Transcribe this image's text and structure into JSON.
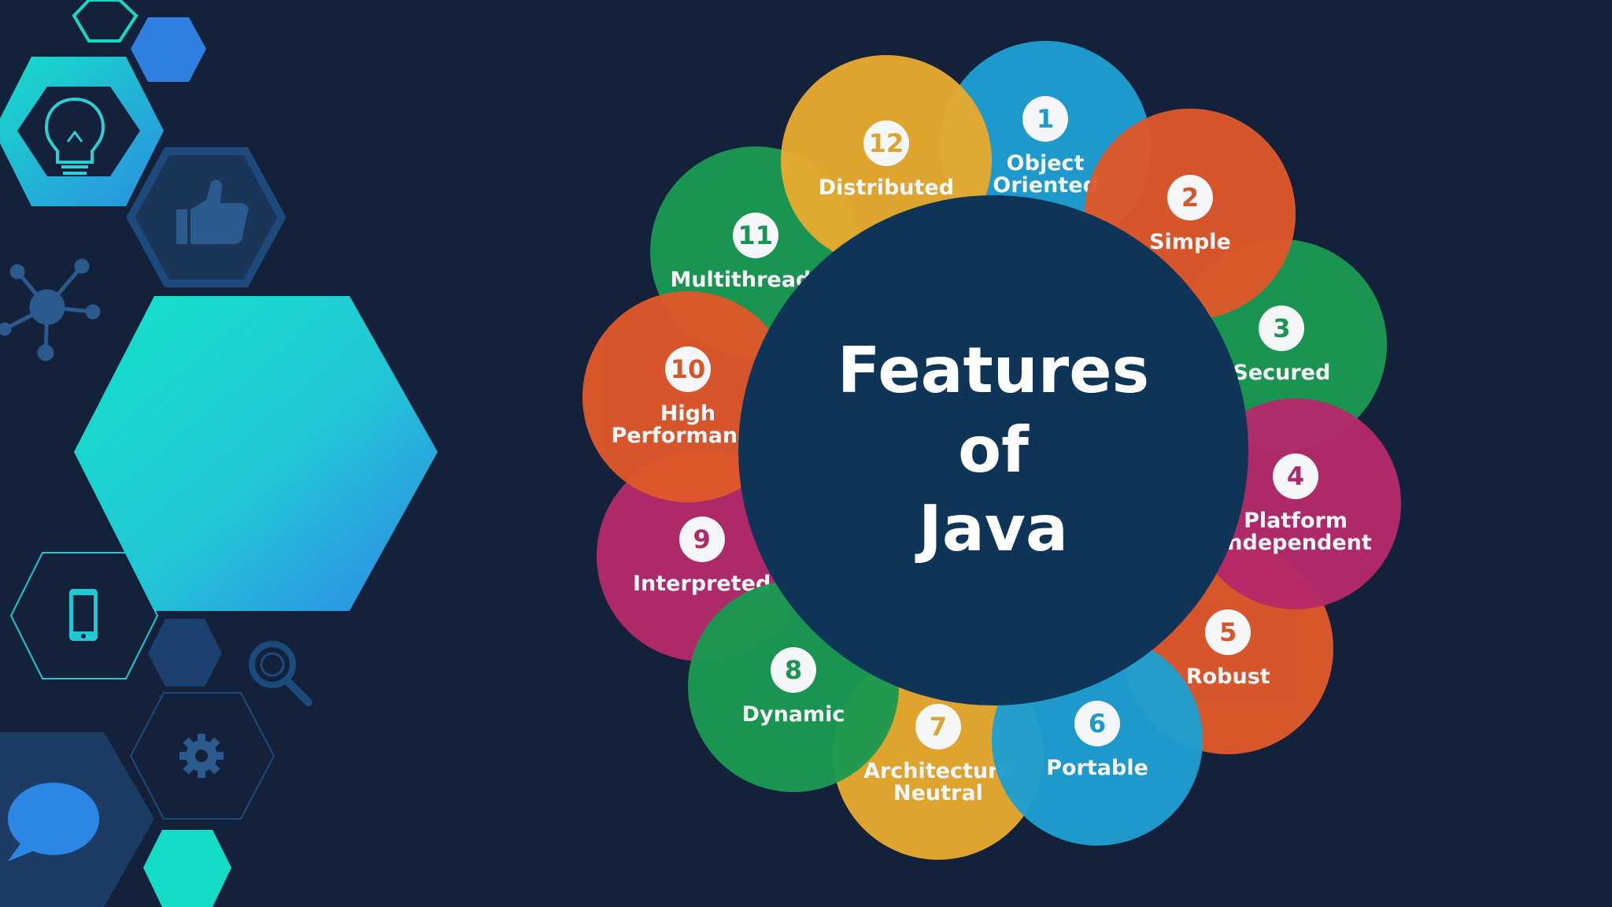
{
  "title": {
    "line1": "Features",
    "line2": "of",
    "line3": "Java"
  },
  "colors": {
    "background": "#13223a",
    "center": "#0e3557",
    "green": "#1a9a52",
    "orange": "#e0582a",
    "yellow": "#e8aa2e",
    "blue": "#1e9fd1",
    "magenta": "#b52a6a"
  },
  "features": [
    {
      "number": "1",
      "label": "Object\nOriented",
      "color": "#1e9fd1"
    },
    {
      "number": "2",
      "label": "Simple",
      "color": "#e0582a"
    },
    {
      "number": "3",
      "label": "Secured",
      "color": "#1a9a52"
    },
    {
      "number": "4",
      "label": "Platform\nIndependent",
      "color": "#b52a6a"
    },
    {
      "number": "5",
      "label": "Robust",
      "color": "#e0582a"
    },
    {
      "number": "6",
      "label": "Portable",
      "color": "#1e9fd1"
    },
    {
      "number": "7",
      "label": "Architecture\nNeutral",
      "color": "#e8aa2e"
    },
    {
      "number": "8",
      "label": "Dynamic",
      "color": "#1a9a52"
    },
    {
      "number": "9",
      "label": "Interpreted",
      "color": "#b52a6a"
    },
    {
      "number": "10",
      "label": "High\nPerformance",
      "color": "#e0582a"
    },
    {
      "number": "11",
      "label": "Multithreaded",
      "color": "#1a9a52"
    },
    {
      "number": "12",
      "label": "Distributed",
      "color": "#e8aa2e"
    }
  ],
  "decor_icons": [
    "lightbulb-icon",
    "thumbs-up-icon",
    "network-icon",
    "phone-icon",
    "search-icon",
    "gear-icon",
    "chat-bubble-icon"
  ]
}
